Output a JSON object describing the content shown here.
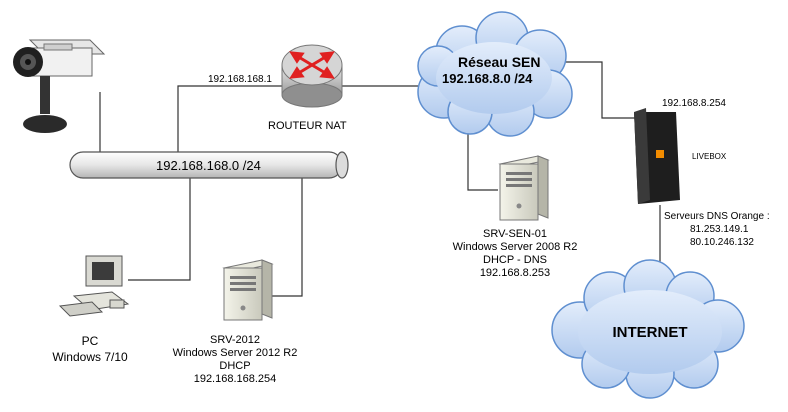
{
  "bus": {
    "label": "192.168.168.0 /24"
  },
  "router": {
    "name": "ROUTEUR NAT",
    "ip": "192.168.168.1"
  },
  "cloud_sen": {
    "title": "Réseau SEN",
    "subnet": "192.168.8.0 /24"
  },
  "livebox": {
    "name": "LIVEBOX",
    "ip": "192.168.8.254",
    "dns_title": "Serveurs DNS Orange :",
    "dns1": "81.253.149.1",
    "dns2": "80.10.246.132"
  },
  "srv_sen": {
    "name": "SRV-SEN-01",
    "os": "Windows Server 2008 R2",
    "roles": "DHCP - DNS",
    "ip": "192.168.8.253"
  },
  "srv_2012": {
    "name": "SRV-2012",
    "os": "Windows Server 2012 R2",
    "roles": "DHCP",
    "ip": "192.168.168.254"
  },
  "pc": {
    "name": "PC",
    "os": "Windows 7/10"
  },
  "internet": {
    "label": "INTERNET"
  },
  "colors": {
    "cloud_fill": "#c9dcf5",
    "cloud_stroke": "#5f8fd0",
    "link": "#333333",
    "livebox_body": "#1e1e1e",
    "livebox_accent": "#f28c00"
  }
}
